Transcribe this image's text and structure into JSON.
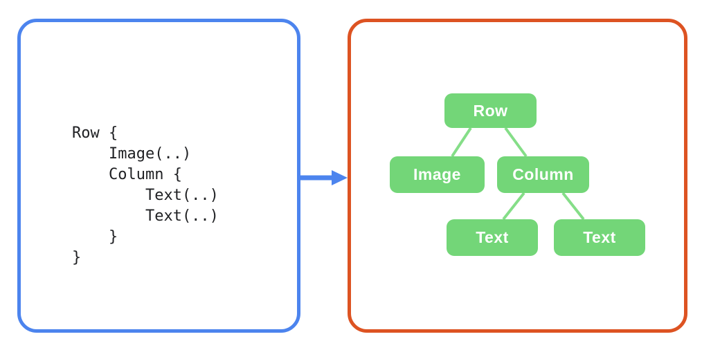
{
  "diagram": {
    "code_panel": {
      "border_color": "#4c84ee",
      "code": "Row {\n    Image(..)\n    Column {\n        Text(..)\n        Text(..)\n    }\n}"
    },
    "arrow": {
      "direction": "right",
      "color": "#4c84ee"
    },
    "tree_panel": {
      "border_color": "#dd5322",
      "node_fill_color": "#73d678",
      "node_text_color": "#ffffff",
      "connector_color": "#85de88",
      "nodes": [
        {
          "id": "row",
          "label": "Row",
          "parent": null
        },
        {
          "id": "image",
          "label": "Image",
          "parent": "row"
        },
        {
          "id": "column",
          "label": "Column",
          "parent": "row"
        },
        {
          "id": "text1",
          "label": "Text",
          "parent": "column"
        },
        {
          "id": "text2",
          "label": "Text",
          "parent": "column"
        }
      ]
    }
  }
}
